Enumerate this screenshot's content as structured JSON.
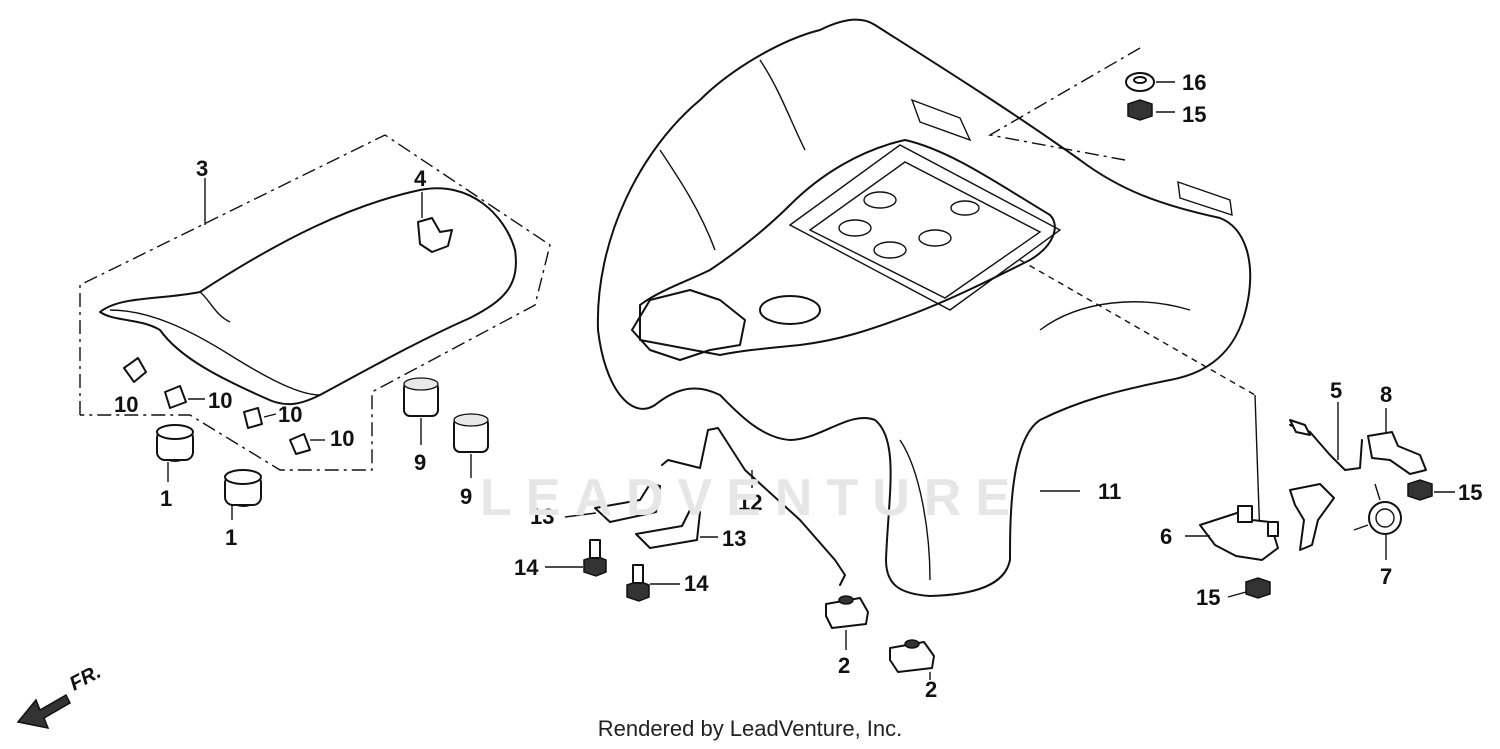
{
  "diagram": {
    "watermark": "LEADVENTURE",
    "footer": "Rendered by LeadVenture, Inc.",
    "direction_label": "FR.",
    "callouts": {
      "c1a": "1",
      "c1b": "1",
      "c2a": "2",
      "c2b": "2",
      "c3": "3",
      "c4": "4",
      "c5": "5",
      "c6": "6",
      "c7": "7",
      "c8": "8",
      "c9a": "9",
      "c9b": "9",
      "c10a": "10",
      "c10b": "10",
      "c10c": "10",
      "c10d": "10",
      "c11": "11",
      "c12": "12",
      "c13a": "13",
      "c13b": "13",
      "c14a": "14",
      "c14b": "14",
      "c15a": "15",
      "c15b": "15",
      "c15c": "15",
      "c16": "16"
    }
  }
}
